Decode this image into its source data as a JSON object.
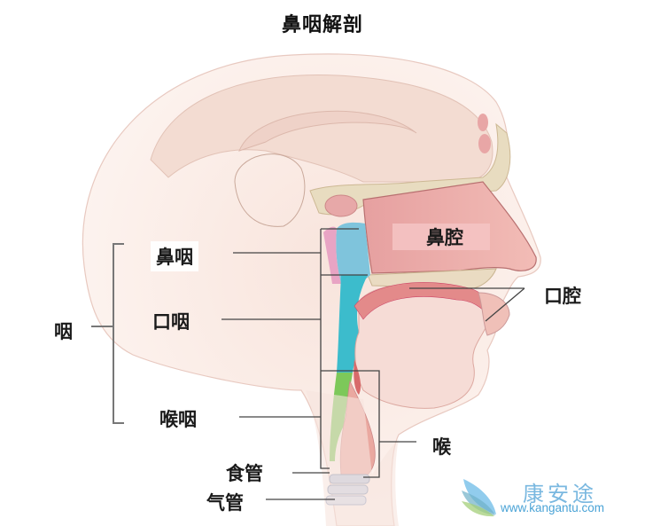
{
  "title": "鼻咽解剖",
  "labels": {
    "pharynx": "咽",
    "nasopharynx": "鼻咽",
    "oropharynx": "口咽",
    "laryngopharynx": "喉咽",
    "nasal_cavity": "鼻腔",
    "oral_cavity": "口腔",
    "larynx": "喉",
    "esophagus": "食管",
    "trachea": "气管"
  },
  "watermark": {
    "name": "康安途",
    "url": "www.kangantu.com"
  },
  "colors": {
    "nasopharynx": "#7fc4dc",
    "oropharynx": "#3cbccc",
    "laryngopharynx": "#7dc85a",
    "tissue_pink": "#e9a2a2",
    "skin": "#f6e2dc",
    "brand": "#4aa3d6"
  }
}
